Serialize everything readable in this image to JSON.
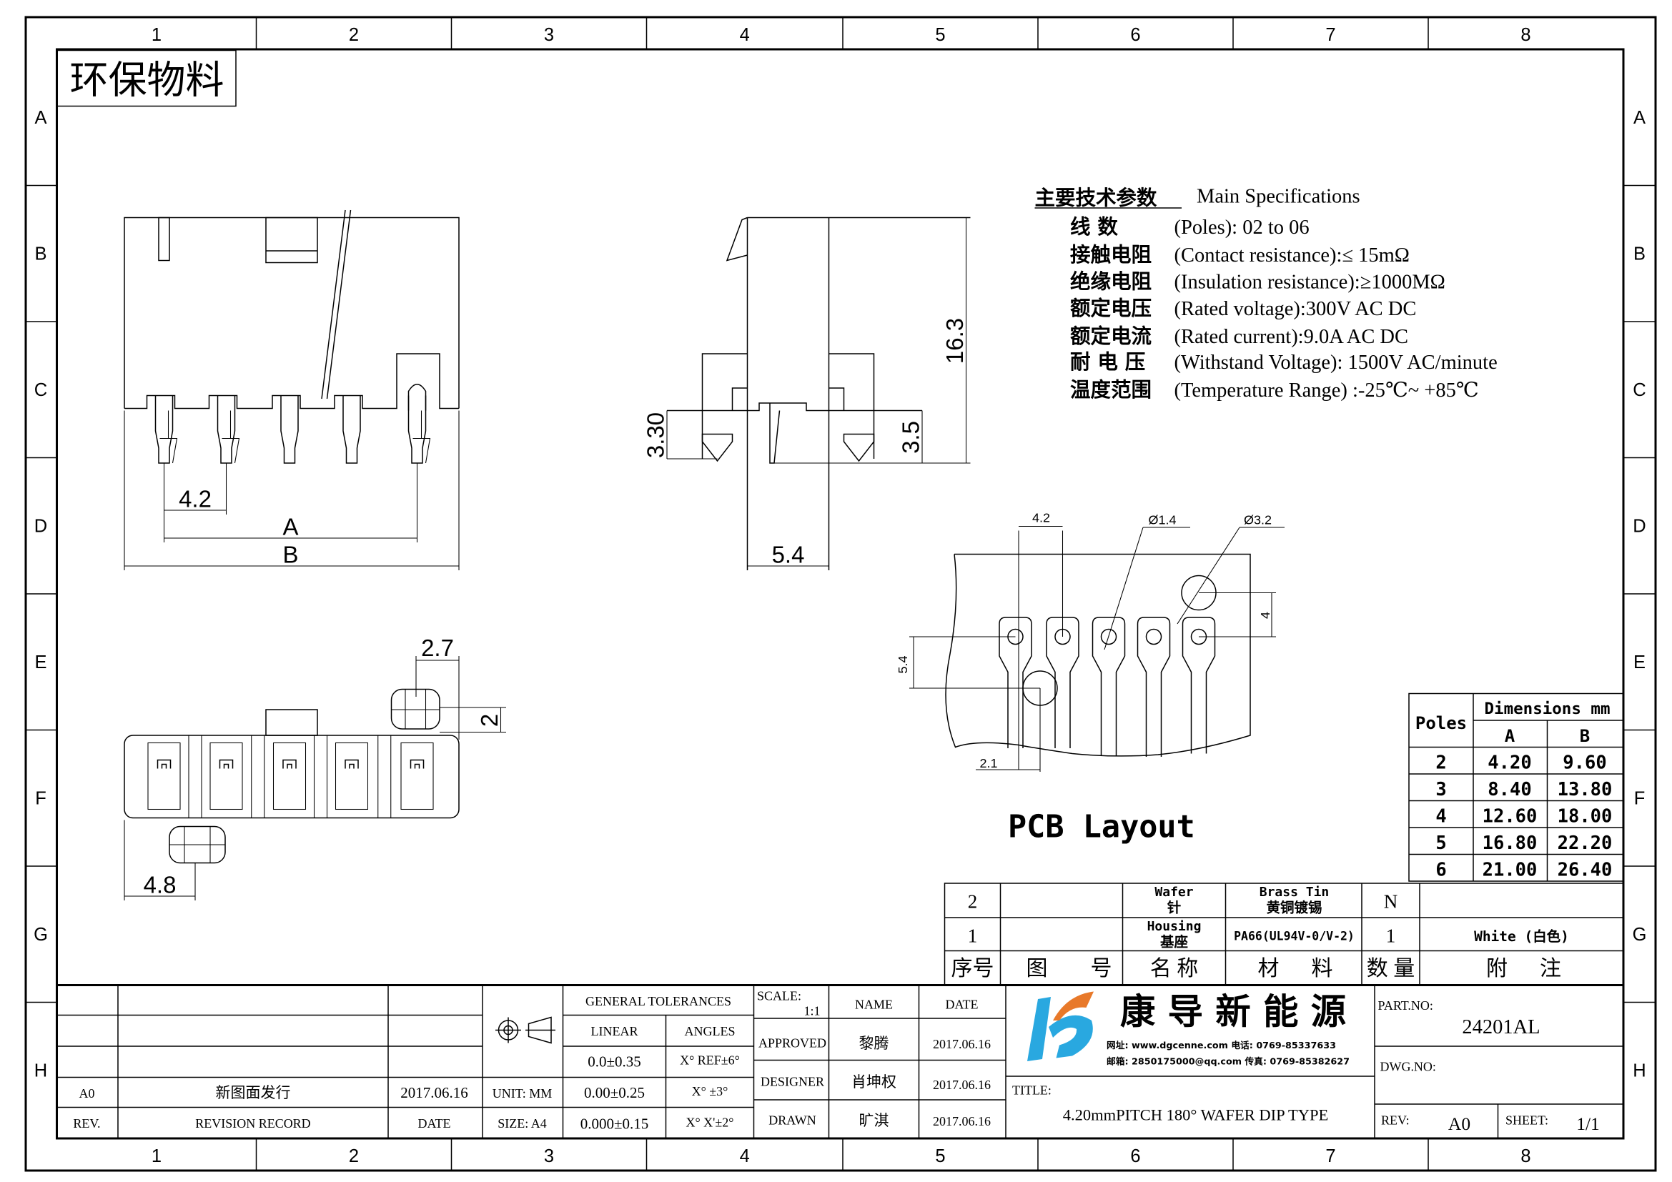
{
  "grid": {
    "columns": [
      "1",
      "2",
      "3",
      "4",
      "5",
      "6",
      "7",
      "8"
    ],
    "rows": [
      "A",
      "B",
      "C",
      "D",
      "E",
      "F",
      "G",
      "H"
    ]
  },
  "stamp": "环保物料",
  "specs": {
    "title_cn": "主要技术参数",
    "title_en": "Main Specifications",
    "items": [
      {
        "cn": "线      数",
        "en": "(Poles): 02 to 06"
      },
      {
        "cn": "接触电阻",
        "en": "(Contact resistance):≤ 15mΩ"
      },
      {
        "cn": "绝缘电阻",
        "en": "(Insulation resistance):≥1000MΩ"
      },
      {
        "cn": "额定电压",
        "en": "(Rated voltage):300V AC DC"
      },
      {
        "cn": "额定电流",
        "en": "(Rated current):9.0A AC DC"
      },
      {
        "cn": "耐 电 压",
        "en": "(Withstand Voltage): 1500V AC/minute"
      },
      {
        "cn": "温度范围",
        "en": "(Temperature Range) :-25℃~ +85℃"
      }
    ]
  },
  "drawing_dims": {
    "front_pitch": "4.2",
    "front_a": "A",
    "front_b": "B",
    "side_height": "16.3",
    "side_pin_left": "3.30",
    "side_pin_right": "3.5",
    "side_width": "5.4",
    "bottom_latch_w": "2.7",
    "bottom_latch_h": "2",
    "bottom_latch2_w": "4.8",
    "pcb_pitch": "4.2",
    "pcb_hole_small": "Ø1.4",
    "pcb_hole_large": "Ø3.2",
    "pcb_offset_4": "4",
    "pcb_offset_54": "5.4",
    "pcb_offset_21": "2.1"
  },
  "pcb_label": "PCB Layout",
  "dimensions_table": {
    "poles_header": "Poles",
    "dims_header": "Dimensions mm",
    "col_a": "A",
    "col_b": "B",
    "rows": [
      {
        "poles": "2",
        "a": "4.20",
        "b": "9.60"
      },
      {
        "poles": "3",
        "a": "8.40",
        "b": "13.80"
      },
      {
        "poles": "4",
        "a": "12.60",
        "b": "18.00"
      },
      {
        "poles": "5",
        "a": "16.80",
        "b": "22.20"
      },
      {
        "poles": "6",
        "a": "21.00",
        "b": "26.40"
      }
    ]
  },
  "parts_table": {
    "rows": [
      {
        "no": "2",
        "drawing": "",
        "name_en": "Wafer",
        "name_cn": "针",
        "material_en": "Brass Tin",
        "material_cn": "黄铜镀锡",
        "qty": "N",
        "note": ""
      },
      {
        "no": "1",
        "drawing": "",
        "name_en": "Housing",
        "name_cn": "基座",
        "material_en": "PA66(UL94V-0/V-2)",
        "material_cn": "",
        "qty": "1",
        "note": "White (白色)"
      }
    ],
    "headers": {
      "no": "序号",
      "drawing_a": "图",
      "drawing_b": "号",
      "name": "名 称",
      "material_a": "材",
      "material_b": "料",
      "qty": "数 量",
      "note_a": "附",
      "note_b": "注"
    }
  },
  "title_block": {
    "revision": {
      "rev": "A0",
      "record": "新图面发行",
      "date": "2017.06.16",
      "rev_label": "REV.",
      "record_label": "REVISION RECORD",
      "date_label": "DATE"
    },
    "unit": "UNIT: MM",
    "size": "SIZE: A4",
    "tolerances": {
      "title": "GENERAL TOLERANCES",
      "linear_label": "LINEAR",
      "angles_label": "ANGLES",
      "linear": [
        "0.0±0.35",
        "0.00±0.25",
        "0.000±0.15"
      ],
      "angles": [
        "X° REF±6°",
        "X° ±3°",
        "X° X'±2°"
      ]
    },
    "scale_label": "SCALE:",
    "scale": "1:1",
    "name_label": "NAME",
    "date_label": "DATE",
    "approved": {
      "label": "APPROVED",
      "name": "黎腾",
      "date": "2017.06.16"
    },
    "designer": {
      "label": "DESIGNER",
      "name": "肖坤权",
      "date": "2017.06.16"
    },
    "drawn": {
      "label": "DRAWN",
      "name": "旷淇",
      "date": "2017.06.16"
    },
    "company": "康 导 新 能 源",
    "contact_line1": "网址: www.dgcenne.com   电话: 0769-85337633",
    "contact_line2": "邮箱: 2850175000@qq.com 传真: 0769-85382627",
    "title_label": "TITLE:",
    "title": "4.20mmPITCH 180° WAFER DIP TYPE",
    "part_no_label": "PART.NO:",
    "part_no": "24201AL",
    "dwg_no_label": "DWG.NO:",
    "rev_label": "REV:",
    "rev": "A0",
    "sheet_label": "SHEET:",
    "sheet": "1/1"
  },
  "colors": {
    "logo_blue": "#29a8e0",
    "logo_orange": "#e8792a"
  }
}
